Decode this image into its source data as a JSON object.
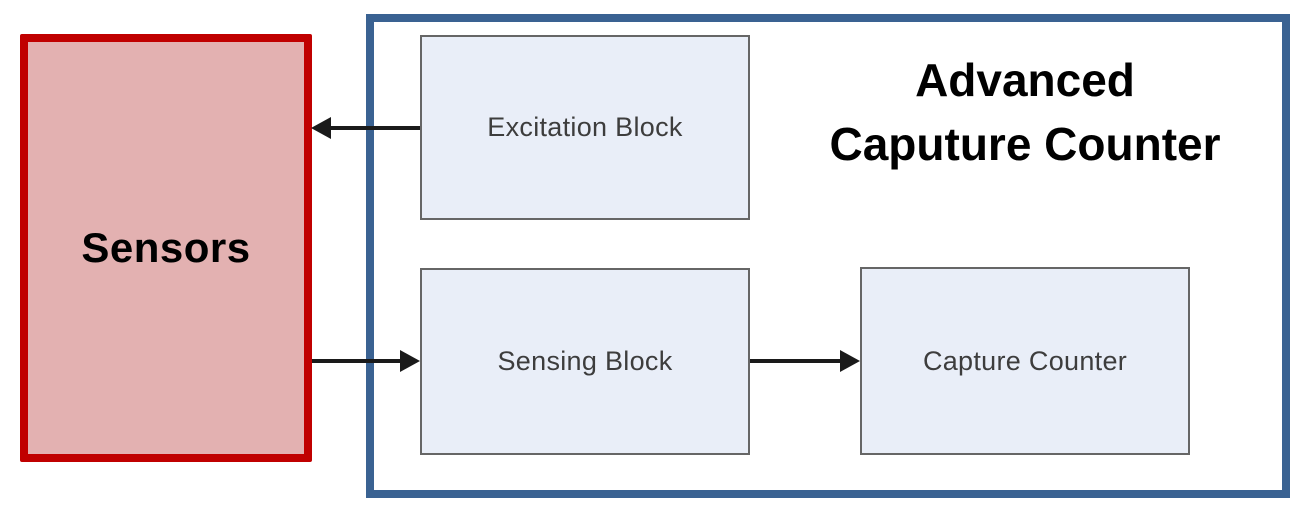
{
  "diagram": {
    "sensors": {
      "label": "Sensors"
    },
    "container": {
      "title_line1": "Advanced",
      "title_line2": "Caputure Counter",
      "blocks": {
        "excitation": {
          "label": "Excitation Block"
        },
        "sensing": {
          "label": "Sensing Block"
        },
        "capture": {
          "label": "Capture Counter"
        }
      }
    },
    "connections": [
      {
        "from": "Excitation Block",
        "to": "Sensors",
        "direction": "left"
      },
      {
        "from": "Sensors",
        "to": "Sensing Block",
        "direction": "right"
      },
      {
        "from": "Sensing Block",
        "to": "Capture Counter",
        "direction": "right"
      }
    ],
    "colors": {
      "sensors_border": "#c00000",
      "sensors_fill": "#e3b1b1",
      "container_border": "#3a6292",
      "block_fill": "#e9eef8",
      "block_border": "#666666",
      "arrow": "#1a1a1a",
      "title_text": "#000000",
      "block_text": "#3d3d3d"
    }
  }
}
